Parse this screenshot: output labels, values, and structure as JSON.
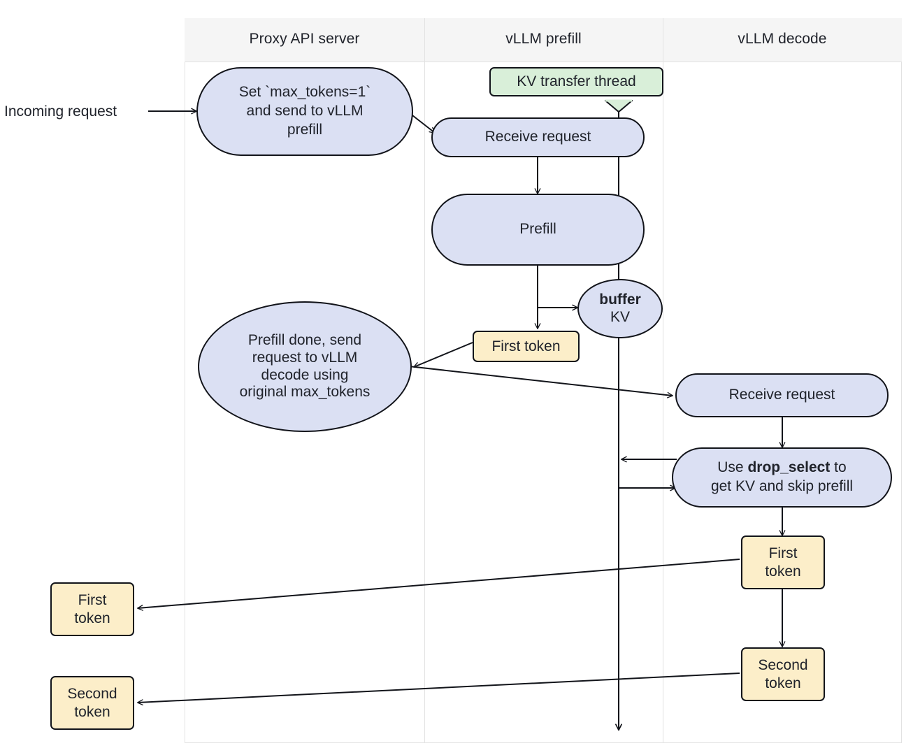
{
  "diagram": {
    "title": "vLLM disaggregated prefill request flow",
    "colors": {
      "process_fill": "#dbe0f3",
      "token_fill": "#fceec9",
      "note_fill": "#d9efd9",
      "stroke": "#12141a",
      "lane_header_fill": "#f5f5f5",
      "lane_border": "#e2e2e2",
      "text": "#20232b",
      "background": "#ffffff"
    },
    "lanes": [
      {
        "id": "proxy",
        "label": "Proxy API server"
      },
      {
        "id": "prefill",
        "label": "vLLM prefill"
      },
      {
        "id": "decode",
        "label": "vLLM decode"
      }
    ],
    "external_labels": [
      {
        "id": "incoming-request",
        "text": "Incoming request"
      }
    ],
    "notes": [
      {
        "id": "kv-transfer-thread",
        "text": "KV transfer thread",
        "lane": "prefill"
      }
    ],
    "nodes": {
      "proxy_set_max_tokens": {
        "lane": "proxy",
        "shape": "stadium",
        "lines": [
          "Set `max_tokens=1`",
          "and send to vLLM",
          "prefill"
        ]
      },
      "proxy_prefill_done": {
        "lane": "proxy",
        "shape": "ellipse",
        "lines": [
          "Prefill done, send",
          "request to vLLM",
          "decode using",
          "original max_tokens"
        ]
      },
      "prefill_receive_request": {
        "lane": "prefill",
        "shape": "stadium",
        "label": "Receive request"
      },
      "prefill_prefill": {
        "lane": "prefill",
        "shape": "stadium",
        "label": "Prefill"
      },
      "prefill_buffer_kv": {
        "lane": "prefill",
        "shape": "ellipse",
        "line_bold": "buffer",
        "line_plain": "KV"
      },
      "prefill_first_token": {
        "lane": "prefill",
        "shape": "rect",
        "label": "First token"
      },
      "decode_receive_request": {
        "lane": "decode",
        "shape": "stadium",
        "label": "Receive request"
      },
      "decode_drop_select": {
        "lane": "decode",
        "shape": "stadium",
        "line1_pre": "Use ",
        "line1_bold": "drop_select",
        "line1_post": " to",
        "line2": "get KV and skip prefill"
      },
      "decode_first_token": {
        "lane": "decode",
        "shape": "rect",
        "line1": "First",
        "line2": "token"
      },
      "decode_second_token": {
        "lane": "decode",
        "shape": "rect",
        "line1": "Second",
        "line2": "token"
      },
      "proxy_first_token": {
        "lane": "outside-left",
        "shape": "rect",
        "line1": "First",
        "line2": "token"
      },
      "proxy_second_token": {
        "lane": "outside-left",
        "shape": "rect",
        "line1": "Second",
        "line2": "token"
      }
    },
    "edges": [
      {
        "id": "e-incoming",
        "from": "incoming-request",
        "to": "proxy_set_max_tokens",
        "style": "solid-arrow"
      },
      {
        "id": "e-proxy-to-prefill",
        "from": "proxy_set_max_tokens",
        "to": "prefill_receive_request",
        "style": "solid-arrow"
      },
      {
        "id": "e-note-to-lifeline",
        "from": "kv-transfer-thread",
        "to": "kv-lifeline",
        "style": "note-tail"
      },
      {
        "id": "e-recv-to-prefill",
        "from": "prefill_receive_request",
        "to": "prefill_prefill",
        "style": "solid-arrow"
      },
      {
        "id": "e-prefill-to-first",
        "from": "prefill_prefill",
        "to": "prefill_first_token",
        "style": "solid-arrow"
      },
      {
        "id": "e-prefill-to-buffer",
        "from": "prefill_prefill",
        "to": "prefill_buffer_kv",
        "style": "solid-arrow"
      },
      {
        "id": "e-first-to-proxy",
        "from": "prefill_first_token",
        "to": "proxy_prefill_done",
        "style": "solid-arrow"
      },
      {
        "id": "e-proxy-to-decode",
        "from": "proxy_prefill_done",
        "to": "decode_receive_request",
        "style": "solid-arrow"
      },
      {
        "id": "e-decode-recv-drop",
        "from": "decode_receive_request",
        "to": "decode_drop_select",
        "style": "solid-arrow"
      },
      {
        "id": "e-drop-to-lifeline",
        "from": "decode_drop_select",
        "to": "kv-lifeline",
        "style": "solid-arrow"
      },
      {
        "id": "e-lifeline-to-drop",
        "from": "kv-lifeline",
        "to": "decode_drop_select",
        "style": "solid-arrow"
      },
      {
        "id": "e-drop-to-first",
        "from": "decode_drop_select",
        "to": "decode_first_token",
        "style": "solid-arrow"
      },
      {
        "id": "e-first-to-second",
        "from": "decode_first_token",
        "to": "decode_second_token",
        "style": "solid-arrow"
      },
      {
        "id": "e-dfirst-to-pfirst",
        "from": "decode_first_token",
        "to": "proxy_first_token",
        "style": "solid-arrow"
      },
      {
        "id": "e-dsec-to-psec",
        "from": "decode_second_token",
        "to": "proxy_second_token",
        "style": "solid-arrow"
      },
      {
        "id": "e-kv-lifeline",
        "from": "kv-transfer-thread",
        "to": "diagram-bottom",
        "style": "lifeline-arrow"
      }
    ]
  }
}
